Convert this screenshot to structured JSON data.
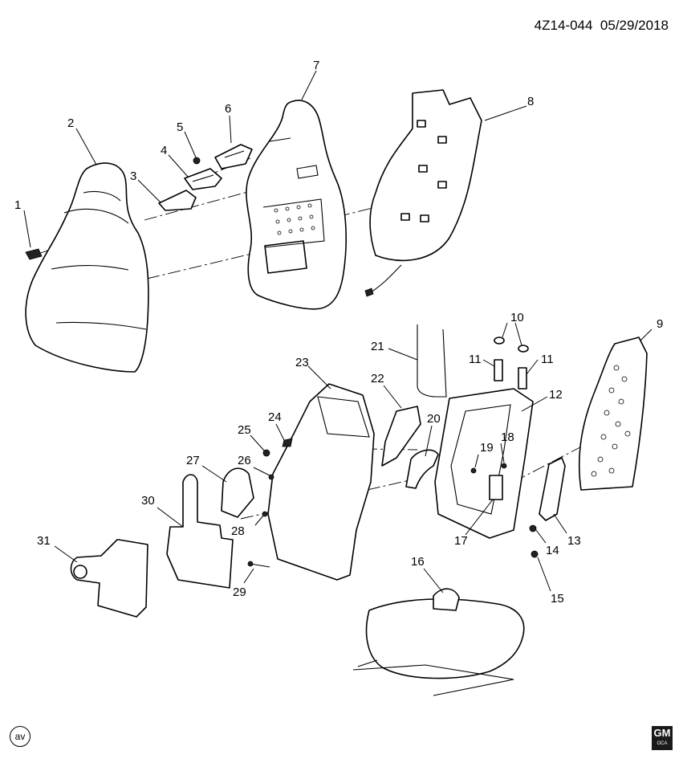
{
  "header": {
    "diagram_code": "4Z14-044",
    "date": "05/29/2018"
  },
  "callouts": [
    "1",
    "2",
    "3",
    "4",
    "5",
    "6",
    "7",
    "8",
    "9",
    "10",
    "11",
    "11",
    "12",
    "13",
    "14",
    "15",
    "16",
    "17",
    "18",
    "19",
    "20",
    "21",
    "22",
    "23",
    "24",
    "25",
    "26",
    "27",
    "28",
    "29",
    "30",
    "31"
  ],
  "footer": {
    "badge_left": "av",
    "logo_top": "GM",
    "logo_bottom": "OCA"
  }
}
